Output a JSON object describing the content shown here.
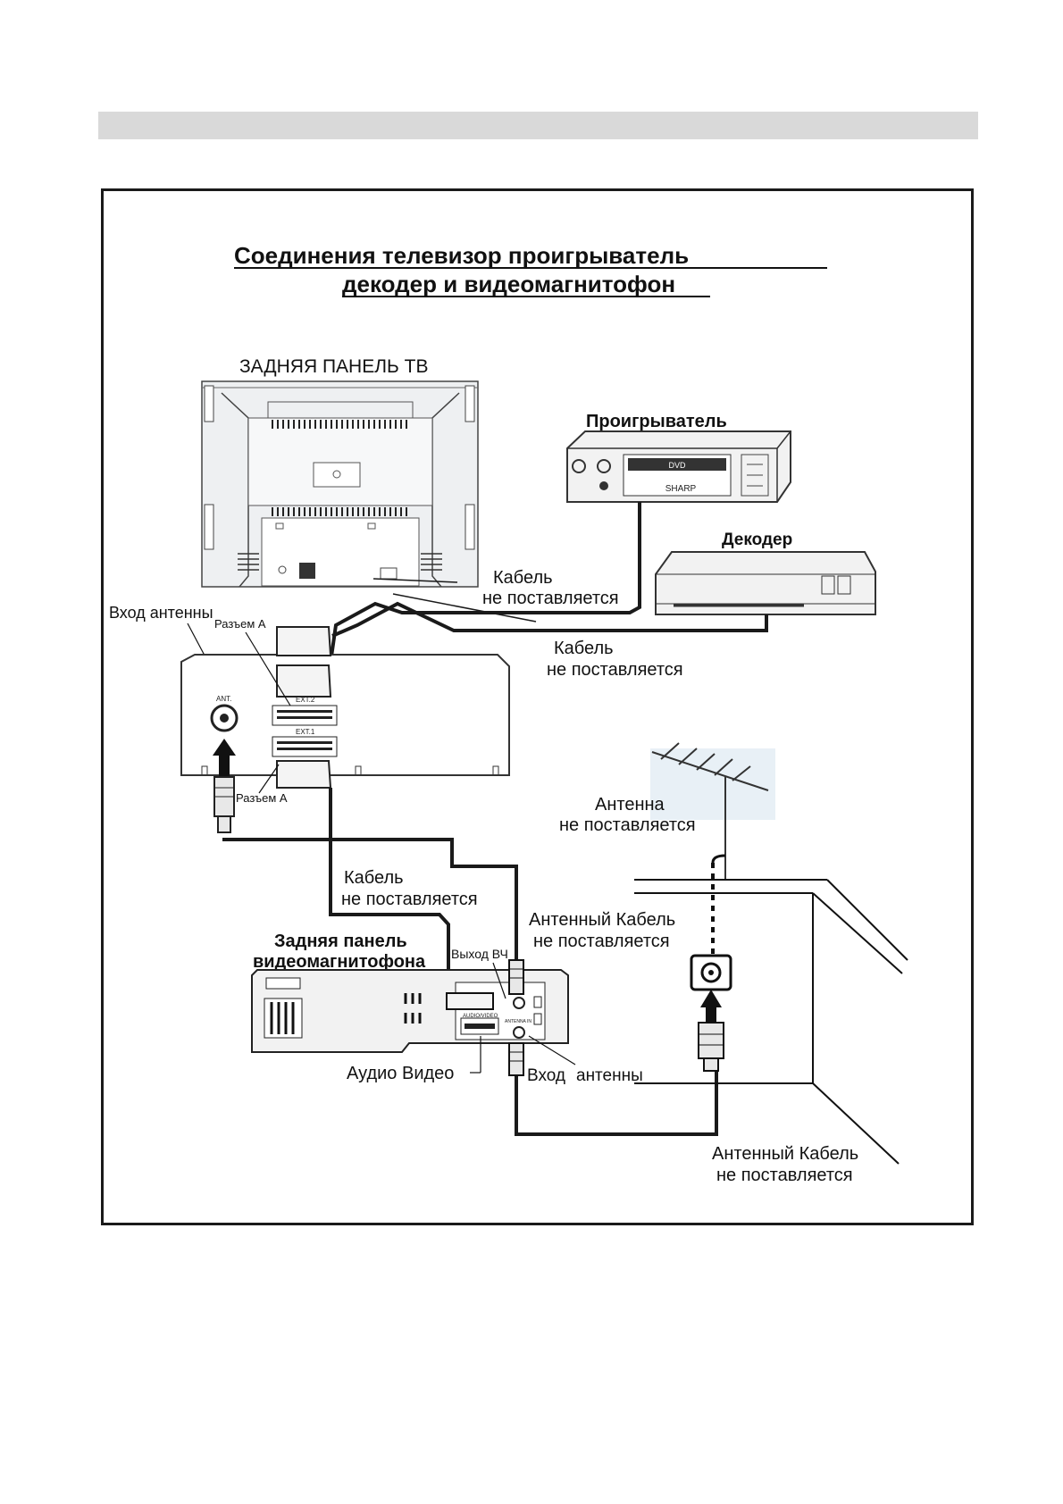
{
  "diagram": {
    "title_line1": "Соединения   телевизор  проигрыватель",
    "title_line2": "декодер и видеомагнитофон",
    "tv_back_panel_label": "ЗАДНЯЯ ПАНЕЛЬ ТВ",
    "player_label": "Проигрыватель",
    "player_brand": "SHARP",
    "player_logo": "DVD",
    "decoder_label": "Декодер",
    "cable1_line1": "Кабель",
    "cable1_line2": "не поставляется",
    "cable2_line1": "Кабель",
    "cable2_line2": "не поставляется",
    "antenna_input_label": "Вход  антенны",
    "connector_a_top": "Разъем А",
    "connector_a_bottom": "Разъем А",
    "ant_port": "ANT.",
    "ext2_port": "EXT.2",
    "ext1_port": "EXT.1",
    "antenna_line1": "Антенна",
    "antenna_line2": "не поставляется",
    "cable3_line1": "Кабель",
    "cable3_line2": "не поставляется",
    "antenna_cable1_line1": "Антенный Кабель",
    "antenna_cable1_line2": "не поставляется",
    "vcr_back_line1": "Задняя панель",
    "vcr_back_line2": "видеомагнитофона",
    "rf_out_label": "Выход ВЧ",
    "vcr_audio_video_port": "AUDIO/VIDEO",
    "vcr_antenna_port": "ANTENNA IN",
    "audio_video_label": "Аудио Видео",
    "vcr_antenna_in_1": "Вход",
    "vcr_antenna_in_2": "антенны",
    "antenna_cable2_line1": "Антенный Кабель",
    "antenna_cable2_line2": "не поставляется"
  },
  "colors": {
    "frame": "#1a1a1a",
    "header_bar": "#d9d9d9",
    "device_fill": "#f2f2f2",
    "tv_fill": "#eef0f2",
    "cable": "#1a1a1a",
    "antenna_bg": "#e8f0f6"
  }
}
